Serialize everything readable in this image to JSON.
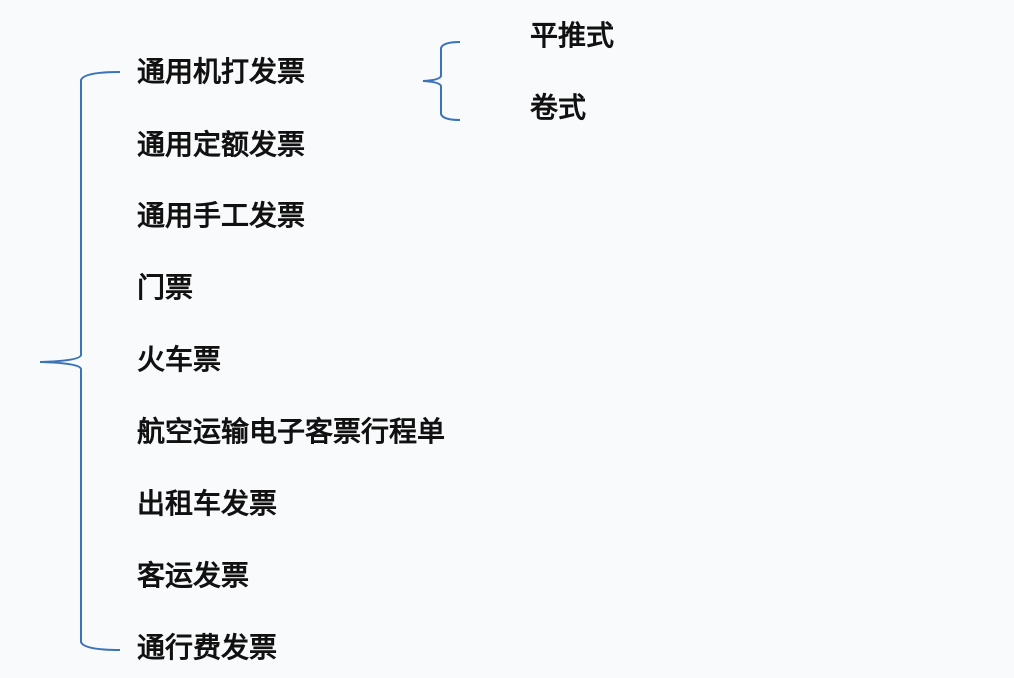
{
  "items": [
    "通用机打发票",
    "通用定额发票",
    "通用手工发票",
    "门票",
    "火车票",
    "航空运输电子客票行程单",
    "出租车发票",
    "客运发票",
    "通行费发票"
  ],
  "sub_items": [
    "平推式",
    "卷式"
  ],
  "colors": {
    "brace": "#3d74b8",
    "text": "#111111",
    "background": "#f9fafc"
  }
}
